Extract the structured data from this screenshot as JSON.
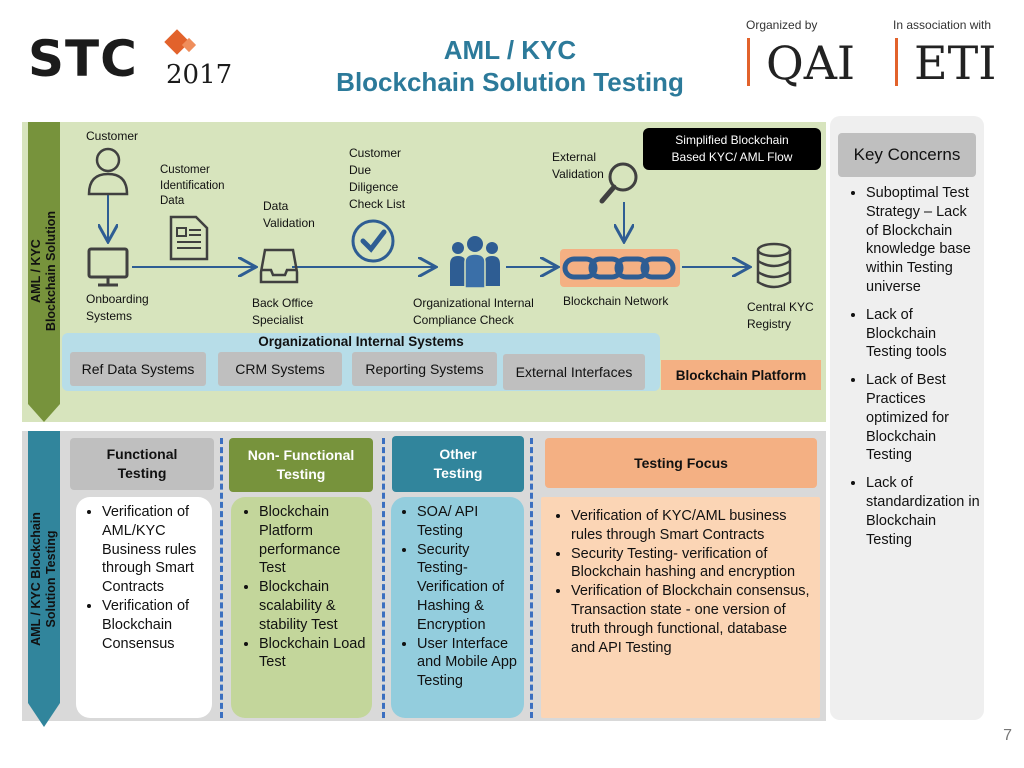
{
  "header": {
    "logo_text": "STC",
    "logo_year": "2017",
    "title_line1": "AML / KYC",
    "title_line2": "Blockchain Solution Testing",
    "organized_by_label": "Organized by",
    "organizer": "QAI",
    "association_label": "In association with",
    "associate": "ETI"
  },
  "flow": {
    "side_label_line1": "AML / KYC",
    "side_label_line2": "Blockchain Solution",
    "customer": "Customer",
    "customer_identification_data": [
      "Customer",
      "Identification",
      "Data"
    ],
    "onboarding_systems": [
      "Onboarding",
      "Systems"
    ],
    "data_validation": [
      "Data",
      "Validation"
    ],
    "back_office_specialist": [
      "Back Office",
      "Specialist"
    ],
    "due_diligence": [
      "Customer",
      "Due",
      "Diligence",
      "Check List"
    ],
    "compliance_check": [
      "Organizational Internal",
      "Compliance Check"
    ],
    "external_validation": [
      "External",
      "Validation"
    ],
    "simplified_flow": [
      "Simplified Blockchain",
      "Based KYC/ AML Flow"
    ],
    "blockchain_network": "Blockchain Network",
    "central_registry": [
      "Central KYC",
      "Registry"
    ],
    "internal_systems_title": "Organizational Internal Systems",
    "systems": [
      "Ref Data Systems",
      "CRM Systems",
      "Reporting Systems",
      "External Interfaces"
    ],
    "blockchain_platform": "Blockchain Platform",
    "icons": [
      "user-icon",
      "document-icon",
      "monitor-icon",
      "inbox-icon",
      "checkmark-icon",
      "group-icon",
      "magnifier-icon",
      "chain-icon",
      "database-icon"
    ]
  },
  "testing": {
    "side_label_line1": "AML / KYC Blockchain",
    "side_label_line2": "Solution Testing",
    "columns": [
      {
        "header": [
          "Functional",
          "Testing"
        ],
        "items": [
          "Verification of AML/KYC Business rules through Smart Contracts",
          "Verification of Blockchain Consensus"
        ]
      },
      {
        "header": [
          "Non- Functional",
          "Testing"
        ],
        "items": [
          "Blockchain Platform performance Test",
          "Blockchain scalability & stability Test",
          "Blockchain Load Test"
        ]
      },
      {
        "header": [
          "Other",
          "Testing"
        ],
        "items": [
          "SOA/ API Testing",
          "Security Testing- Verification of Hashing & Encryption",
          "User Interface and Mobile App Testing"
        ]
      },
      {
        "header": [
          "Testing Focus"
        ],
        "items": [
          "Verification of KYC/AML business rules through Smart Contracts",
          "Security Testing- verification of Blockchain hashing and encryption",
          "Verification of Blockchain consensus, Transaction state - one version of truth through functional, database and API Testing"
        ]
      }
    ]
  },
  "key_concerns": {
    "title": "Key Concerns",
    "items": [
      "Suboptimal Test Strategy – Lack of Blockchain knowledge base within Testing universe",
      "Lack of Blockchain Testing tools",
      "Lack of Best Practices optimized for Blockchain Testing",
      "Lack of standardization in Blockchain Testing"
    ]
  },
  "page_number": "7",
  "colors": {
    "title_blue": "#2c7a9a",
    "accent_orange": "#e2622b",
    "flow_green": "#d7e4bd",
    "side_green": "#77933c",
    "side_teal": "#31859c",
    "icon_blue": "#2e5d93"
  }
}
